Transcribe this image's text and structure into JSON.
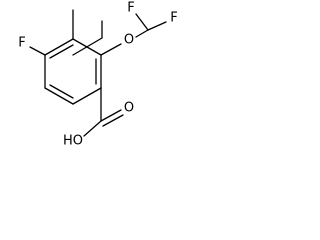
{
  "structure": {
    "atoms": {
      "fluoro": "F",
      "ether_oxygen": "O",
      "difluoromethyl_f_left": "F",
      "difluoromethyl_f_right": "F",
      "carbonyl_oxygen": "O",
      "hydroxyl": "HO"
    }
  }
}
